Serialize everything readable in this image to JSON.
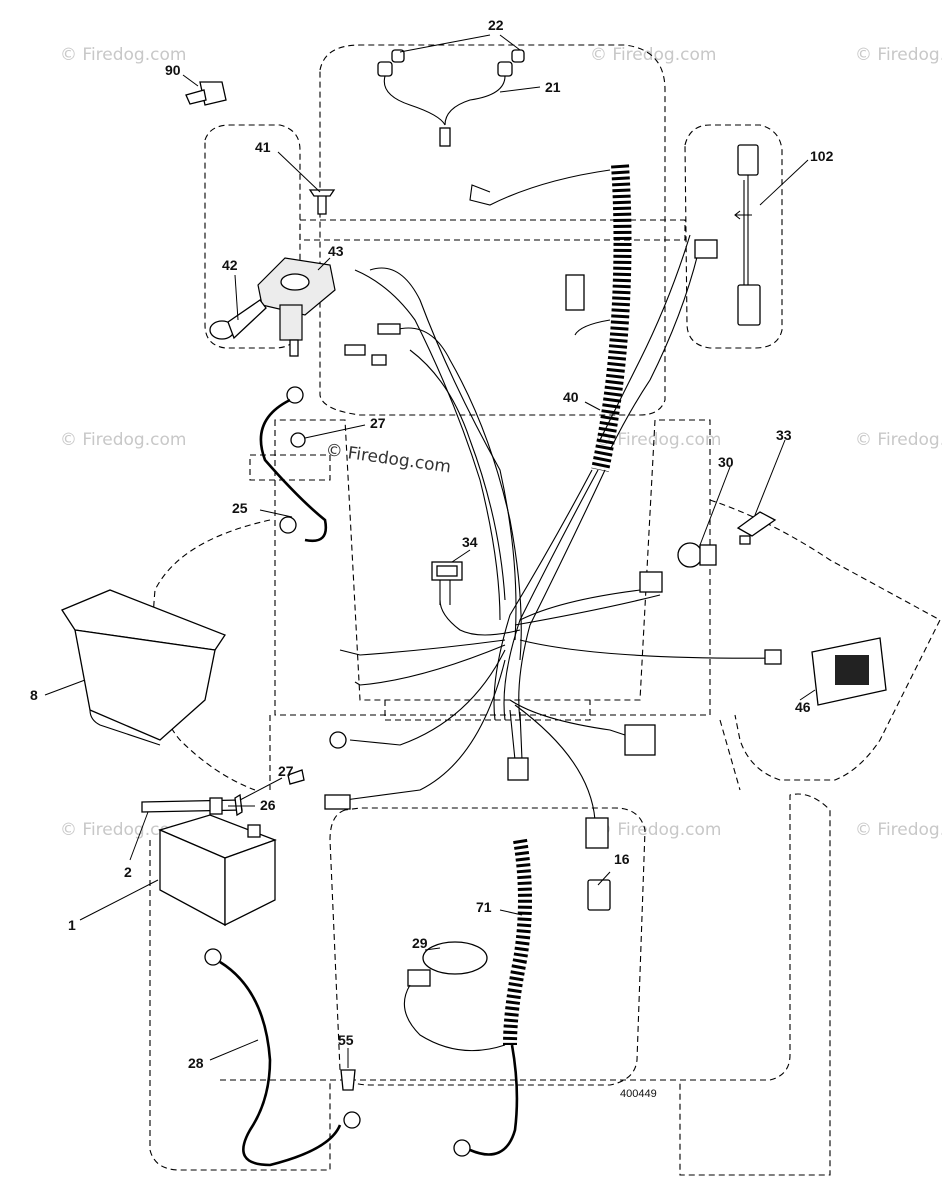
{
  "drawing_number": "400449",
  "watermark": "© Firedog.com",
  "watermark_center": "© Firedog.com",
  "callouts": [
    {
      "id": "c22",
      "label": "22"
    },
    {
      "id": "c21",
      "label": "21"
    },
    {
      "id": "c90",
      "label": "90"
    },
    {
      "id": "c41",
      "label": "41"
    },
    {
      "id": "c42",
      "label": "42"
    },
    {
      "id": "c43",
      "label": "43"
    },
    {
      "id": "c102",
      "label": "102"
    },
    {
      "id": "c40",
      "label": "40"
    },
    {
      "id": "c27a",
      "label": "27"
    },
    {
      "id": "c25",
      "label": "25"
    },
    {
      "id": "c33",
      "label": "33"
    },
    {
      "id": "c30",
      "label": "30"
    },
    {
      "id": "c34",
      "label": "34"
    },
    {
      "id": "c8",
      "label": "8"
    },
    {
      "id": "c46",
      "label": "46"
    },
    {
      "id": "c27b",
      "label": "27"
    },
    {
      "id": "c26",
      "label": "26"
    },
    {
      "id": "c2",
      "label": "2"
    },
    {
      "id": "c1",
      "label": "1"
    },
    {
      "id": "c16",
      "label": "16"
    },
    {
      "id": "c71",
      "label": "71"
    },
    {
      "id": "c29",
      "label": "29"
    },
    {
      "id": "c28",
      "label": "28"
    },
    {
      "id": "c55",
      "label": "55"
    }
  ]
}
